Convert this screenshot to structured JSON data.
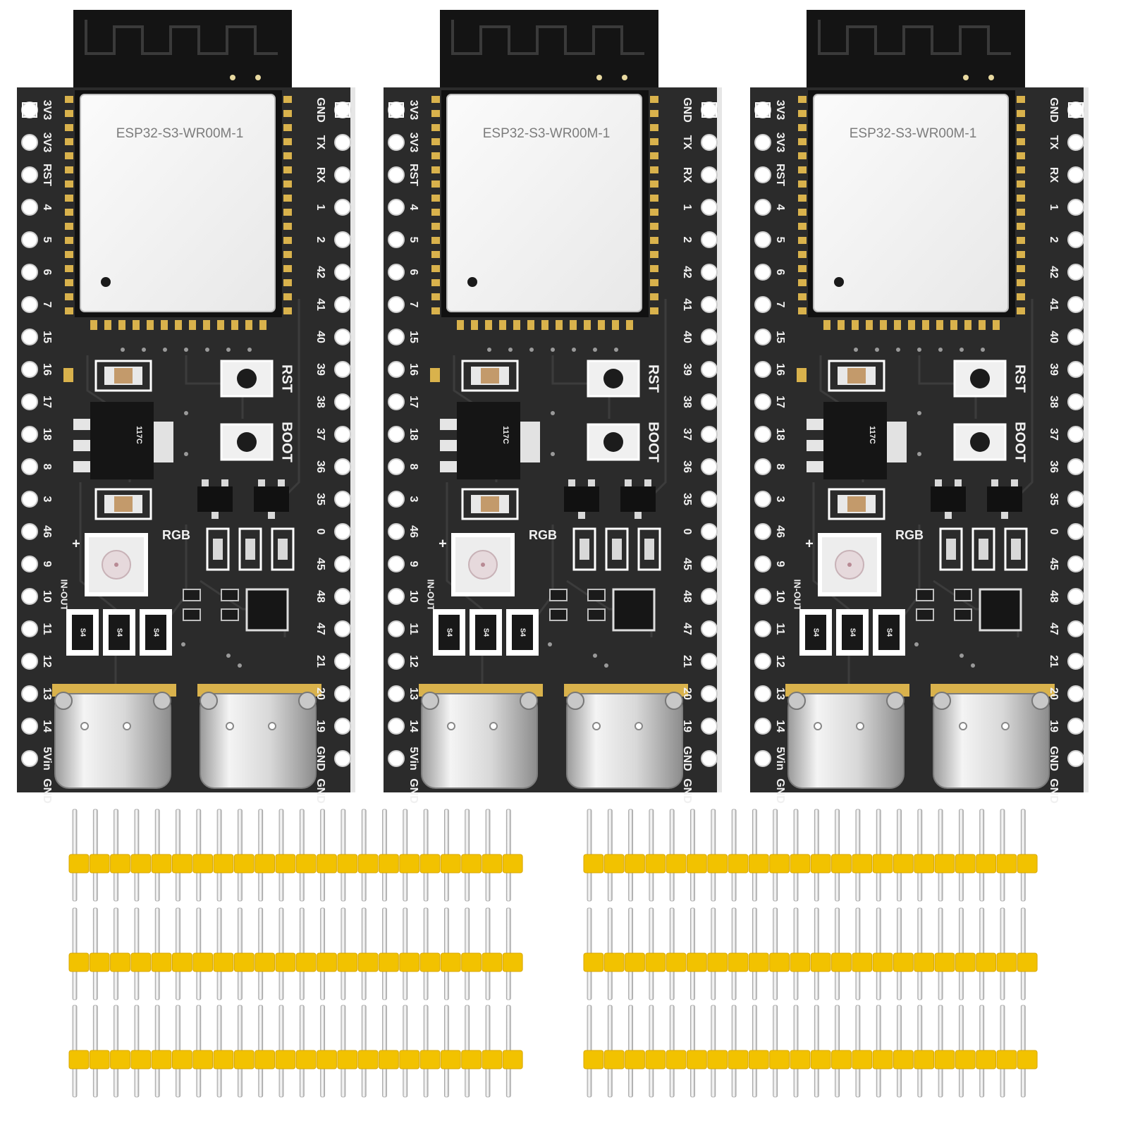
{
  "boards": [
    {
      "module_label": "ESP32-S3-WR00M-1"
    },
    {
      "module_label": "ESP32-S3-WR00M-1"
    },
    {
      "module_label": "ESP32-S3-WR00M-1"
    }
  ],
  "left_pins": [
    "3V3",
    "3V3",
    "RST",
    "4",
    "5",
    "6",
    "7",
    "15",
    "16",
    "17",
    "18",
    "8",
    "3",
    "46",
    "9",
    "10",
    "11",
    "12",
    "13",
    "14",
    "5Vin",
    "GND"
  ],
  "right_pins": [
    "GND",
    "TX",
    "RX",
    "1",
    "2",
    "42",
    "41",
    "40",
    "39",
    "38",
    "37",
    "36",
    "35",
    "0",
    "45",
    "48",
    "47",
    "21",
    "20",
    "19",
    "GND",
    "GND"
  ],
  "button_labels": {
    "reset": "RST",
    "boot": "BOOT"
  },
  "led_label": "RGB",
  "inout_label": "IN-OUT",
  "plus_label": "+",
  "diode_mark": "S4",
  "regulator_mark": "117C",
  "header_strips": {
    "groups": 2,
    "rows_per_group": 3,
    "pins_per_strip": 22
  },
  "colors": {
    "pcb": "#2b2b2b",
    "module_shield": "#f2f2f2",
    "antenna": "#1a1a1a",
    "header_plastic": "#f2c200",
    "gold_pad": "#d9b24c",
    "silkscreen": "#f0f0f0"
  }
}
